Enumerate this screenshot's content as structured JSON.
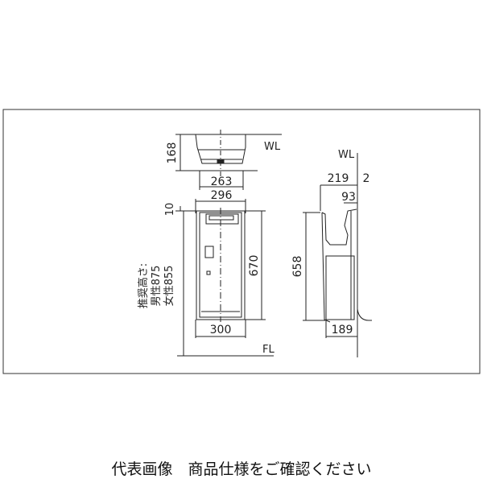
{
  "diagram": {
    "type": "technical-drawing",
    "subject": "hand dryer dimensions",
    "top_view": {
      "height_label": "168",
      "width_label": "263",
      "wl_label": "WL"
    },
    "front_view": {
      "top_width_label": "296",
      "top_gap_label": "10",
      "height_label": "670",
      "bottom_width_label": "300",
      "fl_label": "FL",
      "recommended_height_label": "推奨高さ:",
      "male_label": "男性875",
      "female_label": "女性855"
    },
    "side_view": {
      "wl_label": "WL",
      "depth_label": "219",
      "offset_label": "2",
      "inner_depth_label": "93",
      "height_label": "658",
      "base_depth_label": "189"
    }
  },
  "caption": "代表画像　商品仕様をご確認ください"
}
